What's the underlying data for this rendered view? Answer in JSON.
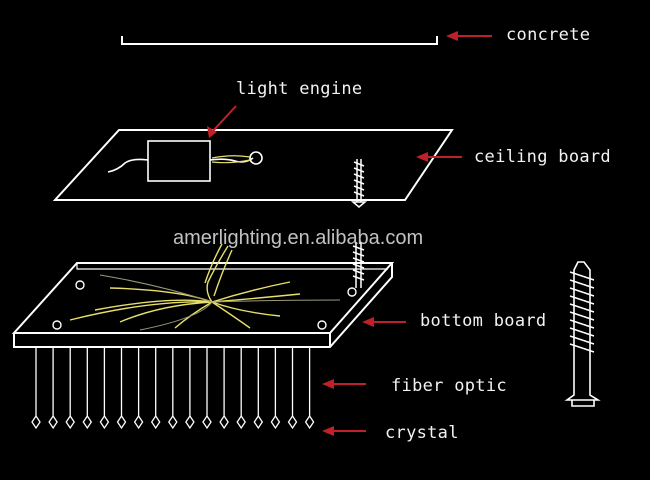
{
  "labels": {
    "concrete": "concrete",
    "light_engine": "light engine",
    "ceiling_board": "ceiling board",
    "bottom_board": "bottom board",
    "fiber_optic": "fiber optic",
    "crystal": "crystal"
  },
  "watermark": "amerlighting.en.alibaba.com",
  "colors": {
    "background": "#000000",
    "line": "#ffffff",
    "arrow": "#c0202a",
    "fiber": "#e6e06a",
    "text": "#f2f2f2"
  }
}
